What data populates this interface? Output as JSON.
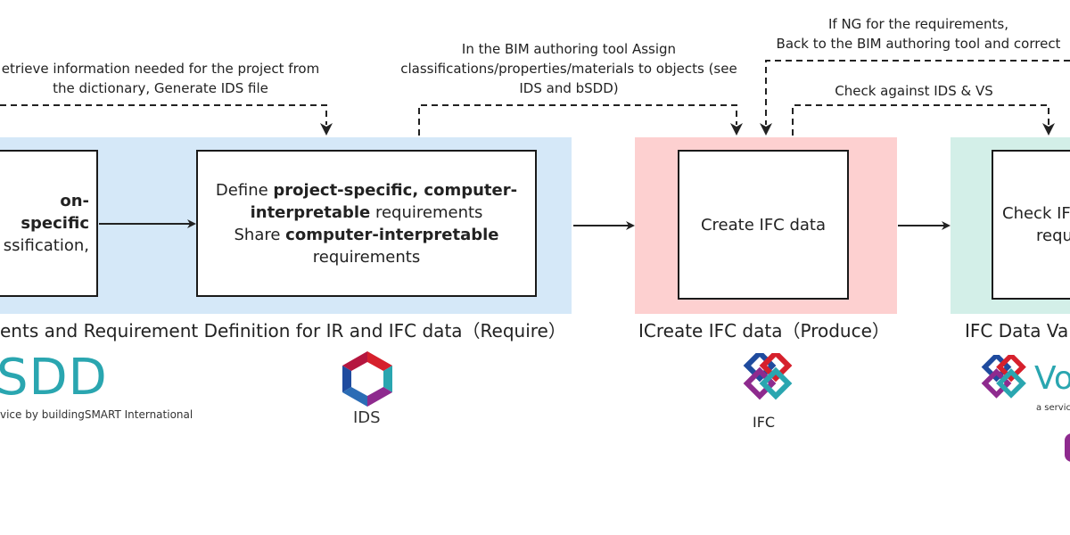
{
  "colors": {
    "require_zone": "#d5e8f8",
    "produce_zone": "#fdd0d0",
    "validate_zone": "#d3efe8",
    "bsdd_teal": "#2aa6b0"
  },
  "notes": {
    "retrieve": [
      "etrieve information needed for the project from",
      "the dictionary, Generate IDS file"
    ],
    "assign": [
      "In the BIM authoring tool Assign",
      "classifications/properties/materials to objects (see",
      "IDS and bSDD)"
    ],
    "ng": [
      "If NG for the requirements,",
      "Back to the BIM authoring tool and correct"
    ],
    "check": "Check against IDS & VS"
  },
  "boxes": {
    "first": {
      "line1_bold": "on-specific",
      "line2": "ssification,"
    },
    "define": {
      "line1_normal": "Define ",
      "line1_bold": "project-specific, computer-",
      "line2_bold": "interpretable",
      "line2_normal": " requirements",
      "line3_normal": "Share ",
      "line3_bold": "computer-interpretable",
      "line4_normal": "requirements"
    },
    "create": "Create IFC data",
    "check": {
      "line1": "Check IFC",
      "line2": "requ"
    }
  },
  "captions": {
    "require": "ents and Requirement Definition for IR and IFC data（Require）",
    "produce": "ICreate IFC data（Produce）",
    "validate": "IFC Data Vali"
  },
  "logos": {
    "bsdd": {
      "icon": "bsdd-logo",
      "text": "SDD",
      "sub": "vice by buildingSMART International"
    },
    "ids": {
      "icon": "ids-logo",
      "text": "IDS"
    },
    "ifc": {
      "icon": "ifc-logo",
      "text": "IFC"
    },
    "vs": {
      "icon": "validation-service-logo",
      "text": "Vo",
      "sub": "a service"
    }
  }
}
